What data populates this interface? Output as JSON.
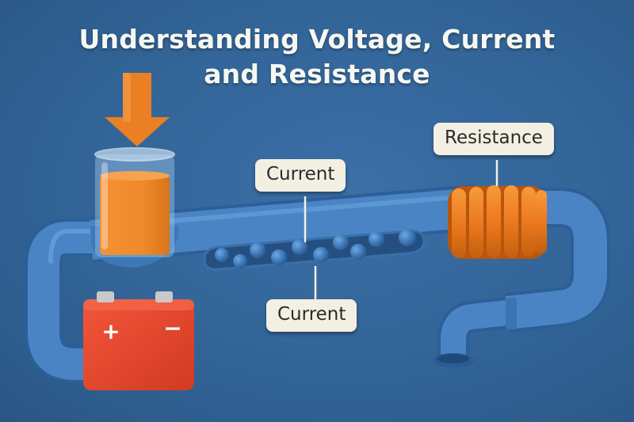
{
  "title": {
    "line1": "Understanding Voltage, Current",
    "line2": "and Resistance"
  },
  "labels": {
    "resistance": "Resistance",
    "current_top": "Current",
    "current_bottom": "Current"
  },
  "battery": {
    "plus_symbol": "+",
    "minus_symbol": "−"
  },
  "icons": {
    "arrow": "down-arrow-icon"
  },
  "colors": {
    "background": "#326497",
    "pipe": "#4a84c4",
    "pipe_dark": "#2f6aa8",
    "water_orange": "#f08a2a",
    "battery_red": "#e8472c",
    "coil_orange": "#ec7a1e",
    "callout_bg": "#f4efe3",
    "title_text": "#f7f7f2"
  }
}
